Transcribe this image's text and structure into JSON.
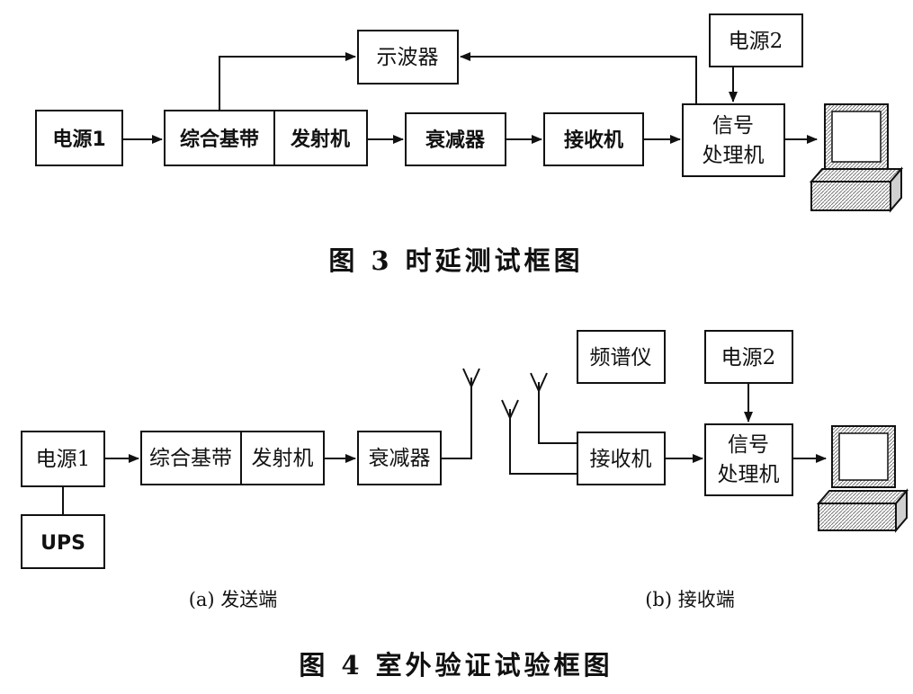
{
  "figure3": {
    "caption": "图 3   时延测试框图",
    "nodes": {
      "power1": "电源1",
      "baseband": "综合基带",
      "transmitter": "发射机",
      "attenuator": "衰减器",
      "receiver": "接收机",
      "signal_processor_line1": "信号",
      "signal_processor_line2": "处理机",
      "oscilloscope": "示波器",
      "power2": "电源2"
    }
  },
  "figure4": {
    "caption": "图 4   室外验证试验框图",
    "sub_a": "(a) 发送端",
    "sub_b": "(b) 接收端",
    "nodes": {
      "power1": "电源1",
      "ups": "UPS",
      "baseband": "综合基带",
      "transmitter": "发射机",
      "attenuator": "衰减器",
      "spectrum_analyzer": "频谱仪",
      "power2": "电源2",
      "receiver": "接收机",
      "signal_processor_line1": "信号",
      "signal_processor_line2": "处理机"
    }
  }
}
